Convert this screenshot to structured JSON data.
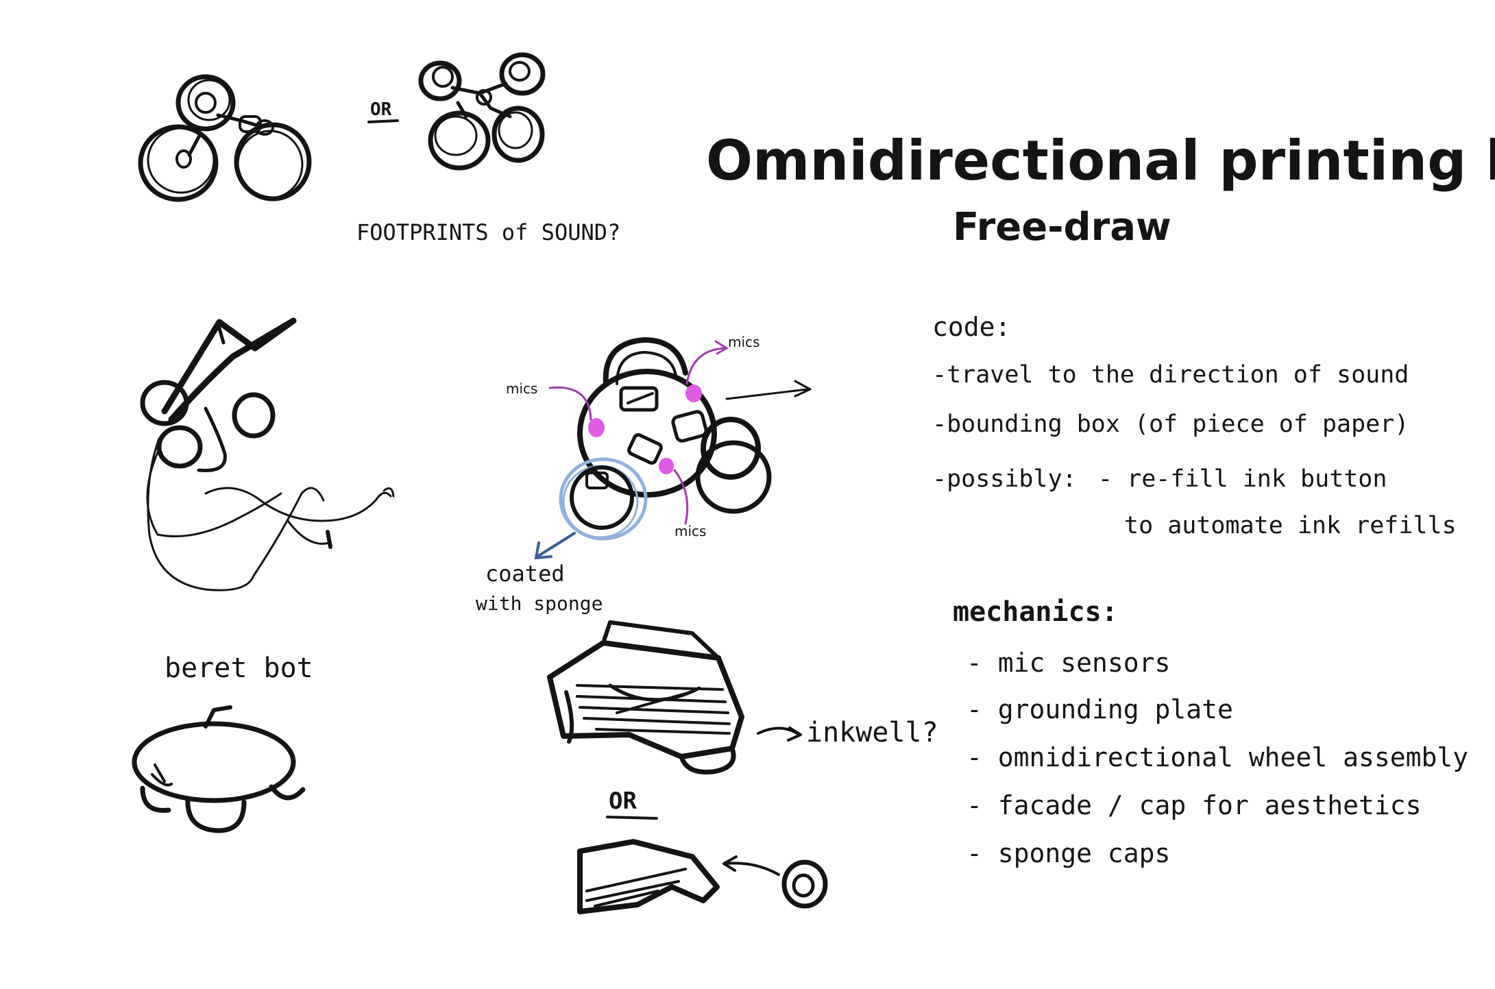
{
  "colors": {
    "ink": "#141414",
    "mics": "#a23bb0",
    "mic_dots": "#e15ae6",
    "sponge_outline": "#8fb1e0",
    "sponge_label": "#3b5e9a"
  },
  "title": "Omnidirectional printing ball",
  "subtitle": "Free-draw",
  "top_left": {
    "or_label": "OR",
    "caption": "FOOTPRINTS of SOUND?"
  },
  "beret": {
    "label": "beret bot"
  },
  "center": {
    "mic_labels": [
      "mics",
      "mics",
      "mics"
    ],
    "sponge_label_lines": [
      "coated",
      "with sponge"
    ],
    "inkwell_label": "inkwell?",
    "or_label": "OR"
  },
  "code": {
    "heading": "code:",
    "items": [
      "-travel to the direction of sound",
      "-bounding box (of piece of paper)"
    ],
    "possibly_label": "-possibly:",
    "possibly_lines": [
      "- re-fill ink button",
      "to automate ink refills"
    ]
  },
  "mechanics": {
    "heading": "mechanics:",
    "items": [
      "- mic sensors",
      "- grounding plate",
      "- omnidirectional wheel assembly",
      "- facade / cap for aesthetics",
      "- sponge caps"
    ]
  }
}
